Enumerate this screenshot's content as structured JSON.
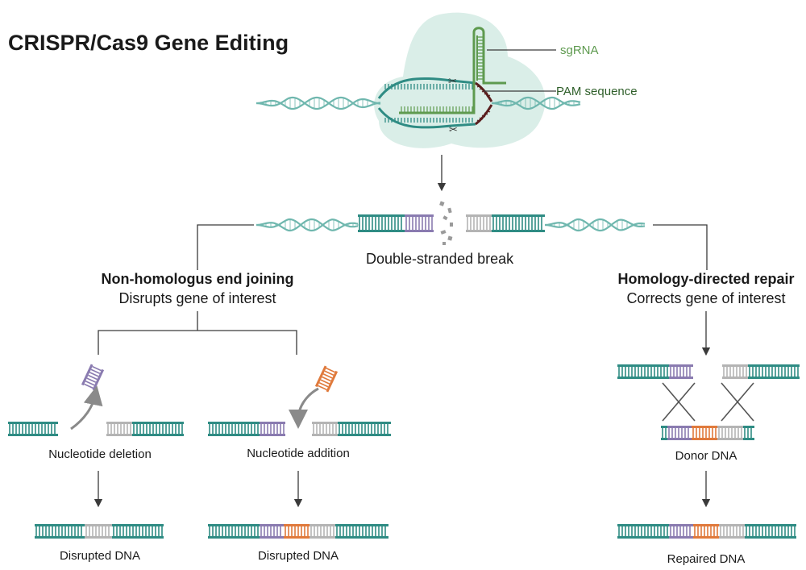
{
  "title": "CRISPR/Cas9 Gene Editing",
  "labels": {
    "sgrna": "sgRNA",
    "pam": "PAM sequence",
    "dsb": "Double-stranded break",
    "nhej_title": "Non-homologus end joining",
    "nhej_sub": "Disrupts gene of interest",
    "hdr_title": "Homology-directed repair",
    "hdr_sub": "Corrects gene of interest",
    "deletion": "Nucleotide deletion",
    "addition": "Nucleotide addition",
    "disrupted_left": "Disrupted DNA",
    "disrupted_right": "Disrupted DNA",
    "donor": "Donor DNA",
    "repaired": "Repaired DNA"
  },
  "colors": {
    "teal": "#2f8c84",
    "teal_light": "#6fb7ae",
    "purple": "#8a7bb0",
    "gray": "#b4b4b4",
    "orange": "#e07a3c",
    "sgrna_green": "#5e9a4f",
    "pam_dark": "#5a1e1e",
    "cas9_blob": "#d6ece6",
    "line": "#3a3a3a"
  }
}
